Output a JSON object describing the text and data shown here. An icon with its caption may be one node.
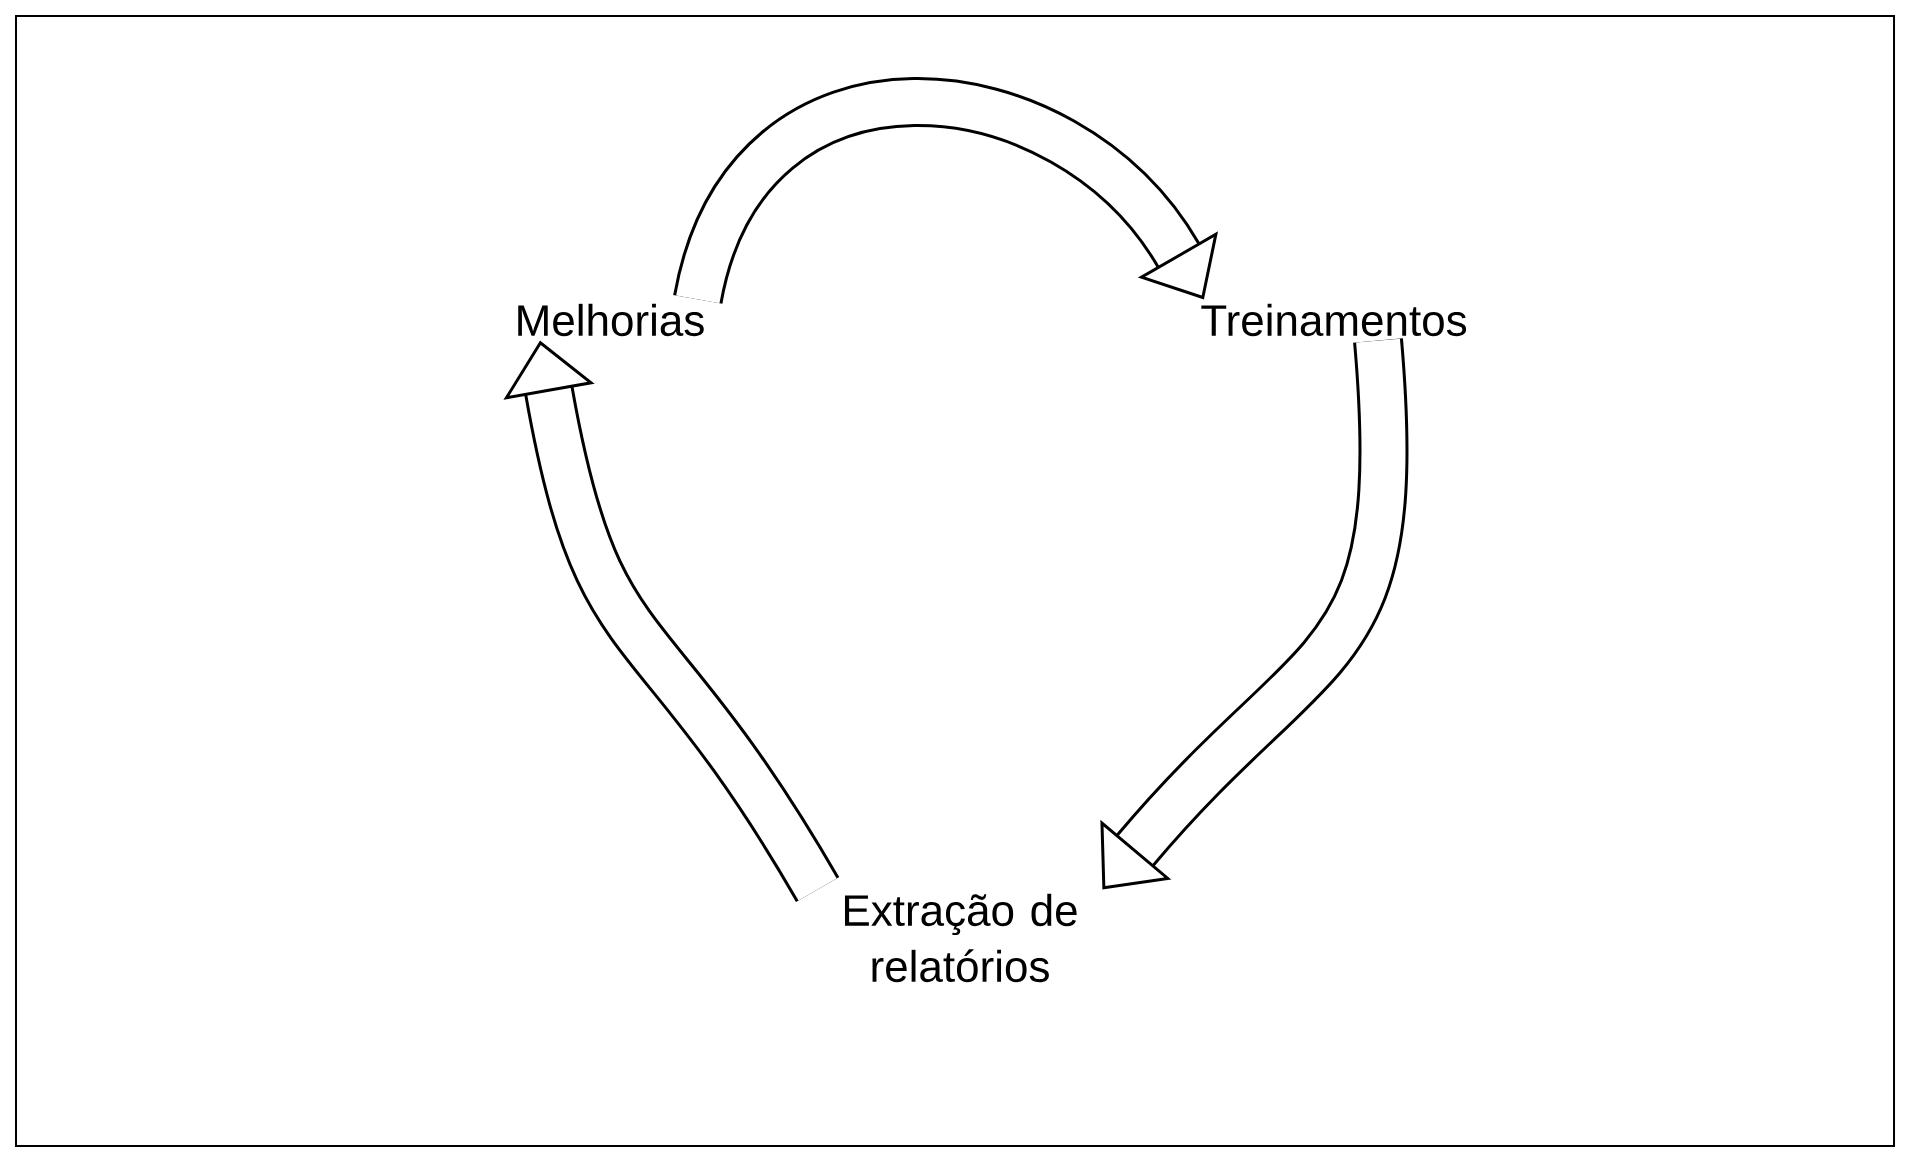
{
  "diagram": {
    "nodes": [
      {
        "text": [
          "Melhorias"
        ]
      },
      {
        "text": [
          "Treinamentos"
        ]
      },
      {
        "text": [
          "Extração de relatórios"
        ]
      }
    ],
    "edges": [
      {
        "from": 0,
        "to": 1,
        "arrow": "to"
      },
      {
        "from": 1,
        "to": 2,
        "arrow": "to"
      },
      {
        "from": 2,
        "to": 0,
        "arrow": "to"
      }
    ]
  }
}
